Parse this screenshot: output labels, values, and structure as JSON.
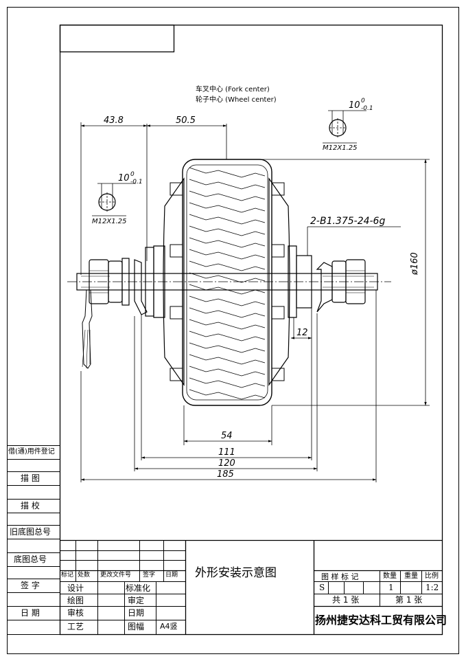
{
  "drawing": {
    "fork_center": "车叉中心 (Fork center)",
    "wheel_center": "轮子中心 (Wheel center)",
    "dimensions": {
      "d_43_8": "43.8",
      "d_50_5": "50.5",
      "d_54": "54",
      "d_111": "111",
      "d_120": "120",
      "d_185": "185",
      "d_12": "12",
      "dia_160": "ø160",
      "bolt_note": "2-B1.375-24-6g"
    },
    "flat_spec_left": {
      "size": "10",
      "upper": "0",
      "lower": "-0.1",
      "thread": "M12X1.25"
    },
    "flat_spec_right": {
      "size": "10",
      "upper": "0",
      "lower": "-0.1",
      "thread": "M12X1.25"
    }
  },
  "side_strip": {
    "items": [
      "借(通)用件登记",
      "描  图",
      "描  校",
      "旧底图总号",
      "底图总号",
      "签  字",
      "日  期"
    ]
  },
  "title_block": {
    "title": "外形安装示意图",
    "rev_headers": [
      "标记",
      "处数",
      "更改文件号",
      "签字",
      "日期"
    ],
    "roles": {
      "design": "设计",
      "drawing": "绘图",
      "review": "审核",
      "process": "工艺",
      "standard": "标准化",
      "approve": "审定",
      "date": "日期",
      "format": "图幅",
      "format_value": "A4竖"
    },
    "stage_label": "图 样 标 记",
    "qty_label": "数量",
    "weight_label": "重量",
    "scale_label": "比例",
    "stage_value": "S",
    "qty_value": "1",
    "scale_value": "1:2",
    "total_sheets": "共 1 张",
    "sheet_no": "第 1 张",
    "company": "扬州捷安达科工贸有限公司"
  }
}
